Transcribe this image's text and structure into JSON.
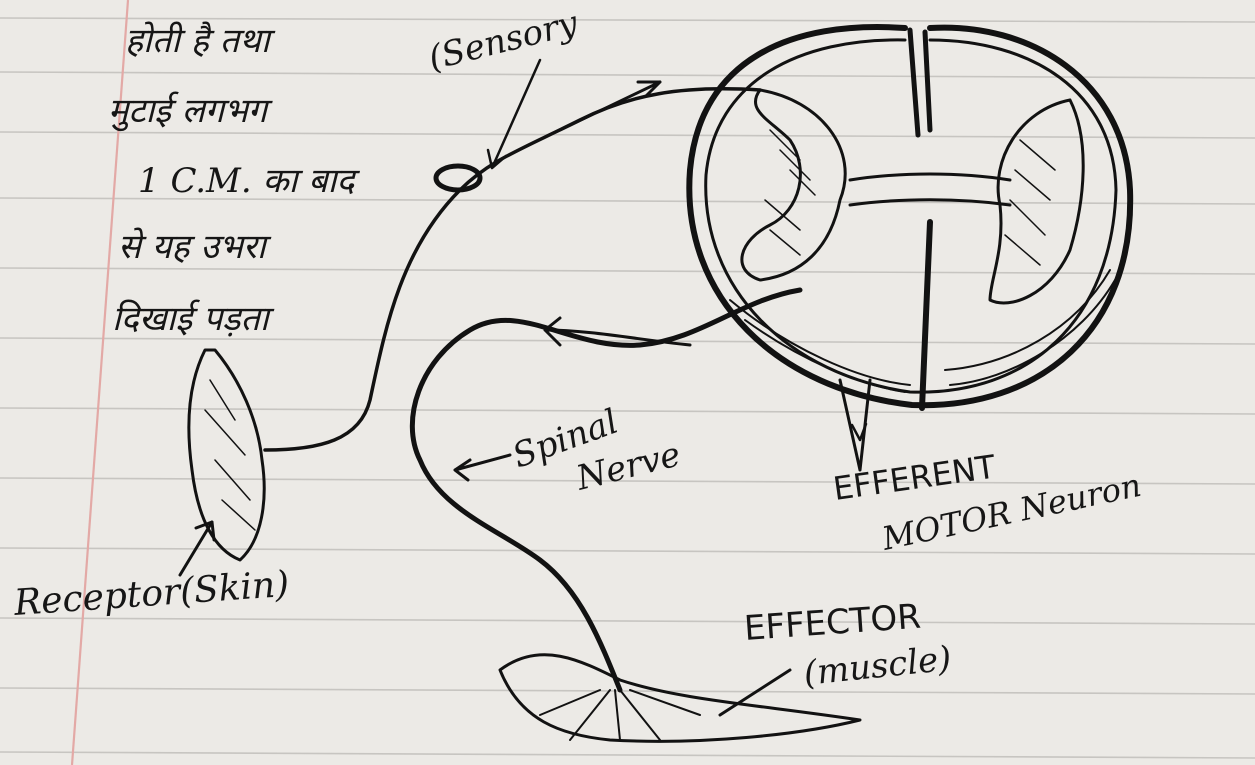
{
  "notes": {
    "line_1": "होती है तथा",
    "line_2": "मुटाई लगभग",
    "line_3": "1 C.M. का बाद",
    "line_4": "से यह उभरा",
    "line_5": "दिखाई पड़ता"
  },
  "labels": {
    "sensory": "(Sensory",
    "receptor": "Receptor(Skin)",
    "spinal_nerve_1": "Spinal",
    "spinal_nerve_2": "Nerve",
    "efferent_1": "EFFERENT",
    "efferent_2": "MOTOR Neuron",
    "effector_1": "EFFECTOR",
    "effector_2": "(muscle)"
  },
  "colors": {
    "paper": "#eceae6",
    "ink": "#121212",
    "ruled_line": "#c7c5c1",
    "margin_line": "#e3a9a6"
  }
}
